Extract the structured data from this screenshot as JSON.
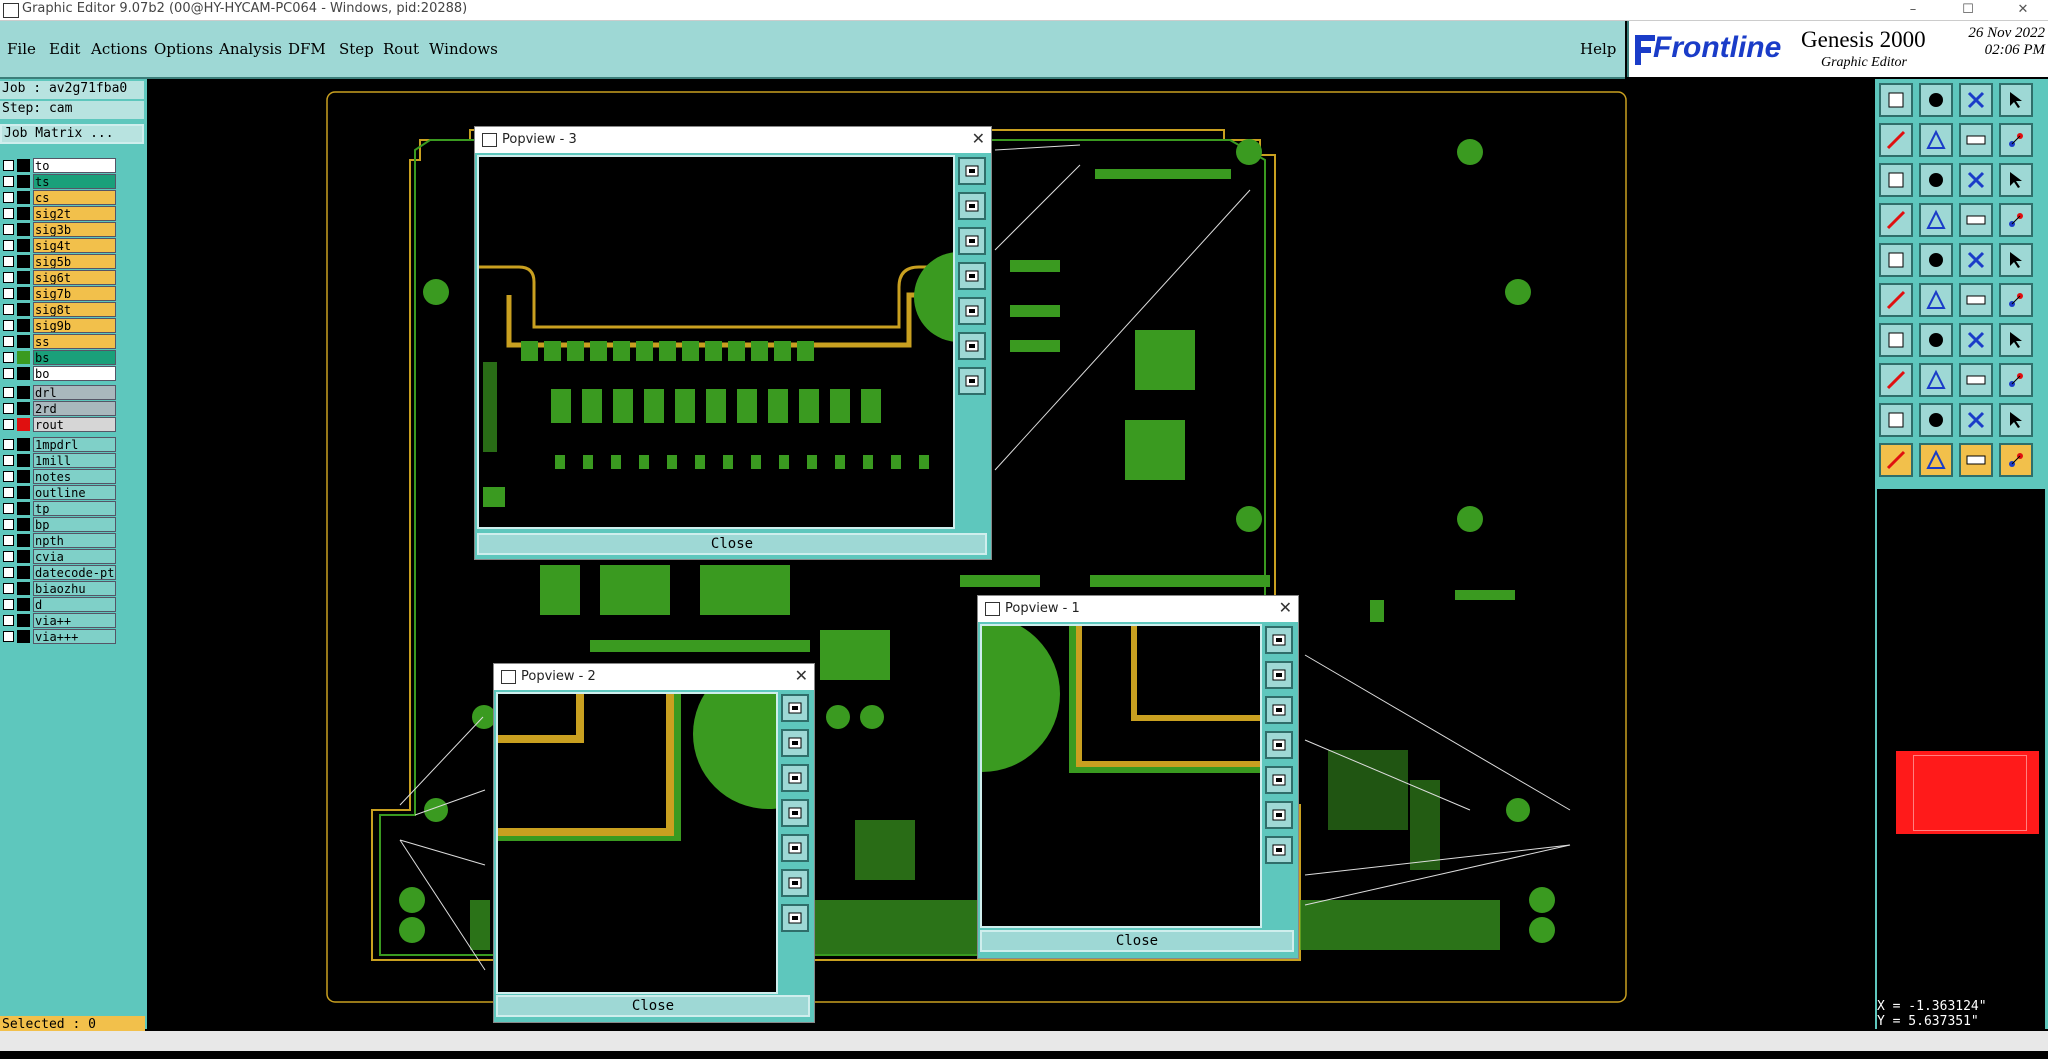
{
  "window": {
    "title": "Graphic Editor 9.07b2 (00@HY-HYCAM-PC064 - Windows, pid:20288)",
    "controls": [
      "–",
      "☐",
      "✕"
    ]
  },
  "menu": {
    "items": [
      "File",
      "Edit",
      "Actions",
      "Options",
      "Analysis",
      "DFM",
      "Step",
      "Rout",
      "Windows"
    ],
    "help": "Help"
  },
  "logo": {
    "brand": "Frontline",
    "product": "Genesis 2000",
    "subtitle": "Graphic Editor",
    "date": "26 Nov 2022",
    "time": "02:06 PM"
  },
  "job": {
    "job_label": "Job : av2g71fba0",
    "step_label": "Step: cam",
    "matrix_button": "Job Matrix ..."
  },
  "layers": {
    "board": [
      {
        "name": "to",
        "bg": "#ffffff",
        "swatch": "#000000"
      },
      {
        "name": "ts",
        "bg": "#1aa07a",
        "swatch": "#000000"
      },
      {
        "name": "cs",
        "bg": "#f2c04b",
        "swatch": "#000000"
      },
      {
        "name": "sig2t",
        "bg": "#f2c04b",
        "swatch": "#000000"
      },
      {
        "name": "sig3b",
        "bg": "#f2c04b",
        "swatch": "#000000"
      },
      {
        "name": "sig4t",
        "bg": "#f2c04b",
        "swatch": "#000000"
      },
      {
        "name": "sig5b",
        "bg": "#f2c04b",
        "swatch": "#000000"
      },
      {
        "name": "sig6t",
        "bg": "#f2c04b",
        "swatch": "#000000"
      },
      {
        "name": "sig7b",
        "bg": "#f2c04b",
        "swatch": "#000000"
      },
      {
        "name": "sig8t",
        "bg": "#f2c04b",
        "swatch": "#000000"
      },
      {
        "name": "sig9b",
        "bg": "#f2c04b",
        "swatch": "#000000"
      },
      {
        "name": "ss",
        "bg": "#f2c04b",
        "swatch": "#000000"
      },
      {
        "name": "bs",
        "bg": "#1aa07a",
        "swatch": "#3a9a20"
      },
      {
        "name": "bo",
        "bg": "#ffffff",
        "swatch": "#000000"
      }
    ],
    "drill": [
      {
        "name": "drl",
        "bg": "#a9b8bd",
        "swatch": "#000000"
      },
      {
        "name": "2rd",
        "bg": "#a9b8bd",
        "swatch": "#000000"
      },
      {
        "name": "rout",
        "bg": "#d6d6d6",
        "swatch": "#e01010"
      }
    ],
    "misc": [
      {
        "name": "1mpdrl",
        "bg": "#7fd0c8",
        "swatch": "#000000"
      },
      {
        "name": "1mill",
        "bg": "#7fd0c8",
        "swatch": "#000000"
      },
      {
        "name": "notes",
        "bg": "#7fd0c8",
        "swatch": "#000000"
      },
      {
        "name": "outline",
        "bg": "#7fd0c8",
        "swatch": "#000000"
      },
      {
        "name": "tp",
        "bg": "#7fd0c8",
        "swatch": "#000000"
      },
      {
        "name": "bp",
        "bg": "#7fd0c8",
        "swatch": "#000000"
      },
      {
        "name": "npth",
        "bg": "#7fd0c8",
        "swatch": "#000000"
      },
      {
        "name": "cvia",
        "bg": "#7fd0c8",
        "swatch": "#000000"
      },
      {
        "name": "datecode-pt",
        "bg": "#7fd0c8",
        "swatch": "#000000"
      },
      {
        "name": "biaozhu",
        "bg": "#7fd0c8",
        "swatch": "#000000"
      },
      {
        "name": "d",
        "bg": "#7fd0c8",
        "swatch": "#000000"
      },
      {
        "name": "via++",
        "bg": "#7fd0c8",
        "swatch": "#000000"
      },
      {
        "name": "via+++",
        "bg": "#7fd0c8",
        "swatch": "#000000"
      }
    ]
  },
  "status": {
    "selected": "Selected : 0",
    "x_coord": "X = -1.363124\"",
    "y_coord": "Y = 5.637351\""
  },
  "popups": [
    {
      "title": "Popview - 3",
      "close_label": "Close"
    },
    {
      "title": "Popview - 2",
      "close_label": "Close"
    },
    {
      "title": "Popview - 1",
      "close_label": "Close"
    }
  ],
  "colors": {
    "panel": "#5ec7bd",
    "menubar": "#9ed8d5",
    "copper_green": "#3a9a20",
    "trace_gold": "#c9a020",
    "active_red": "#ff1a1a"
  }
}
